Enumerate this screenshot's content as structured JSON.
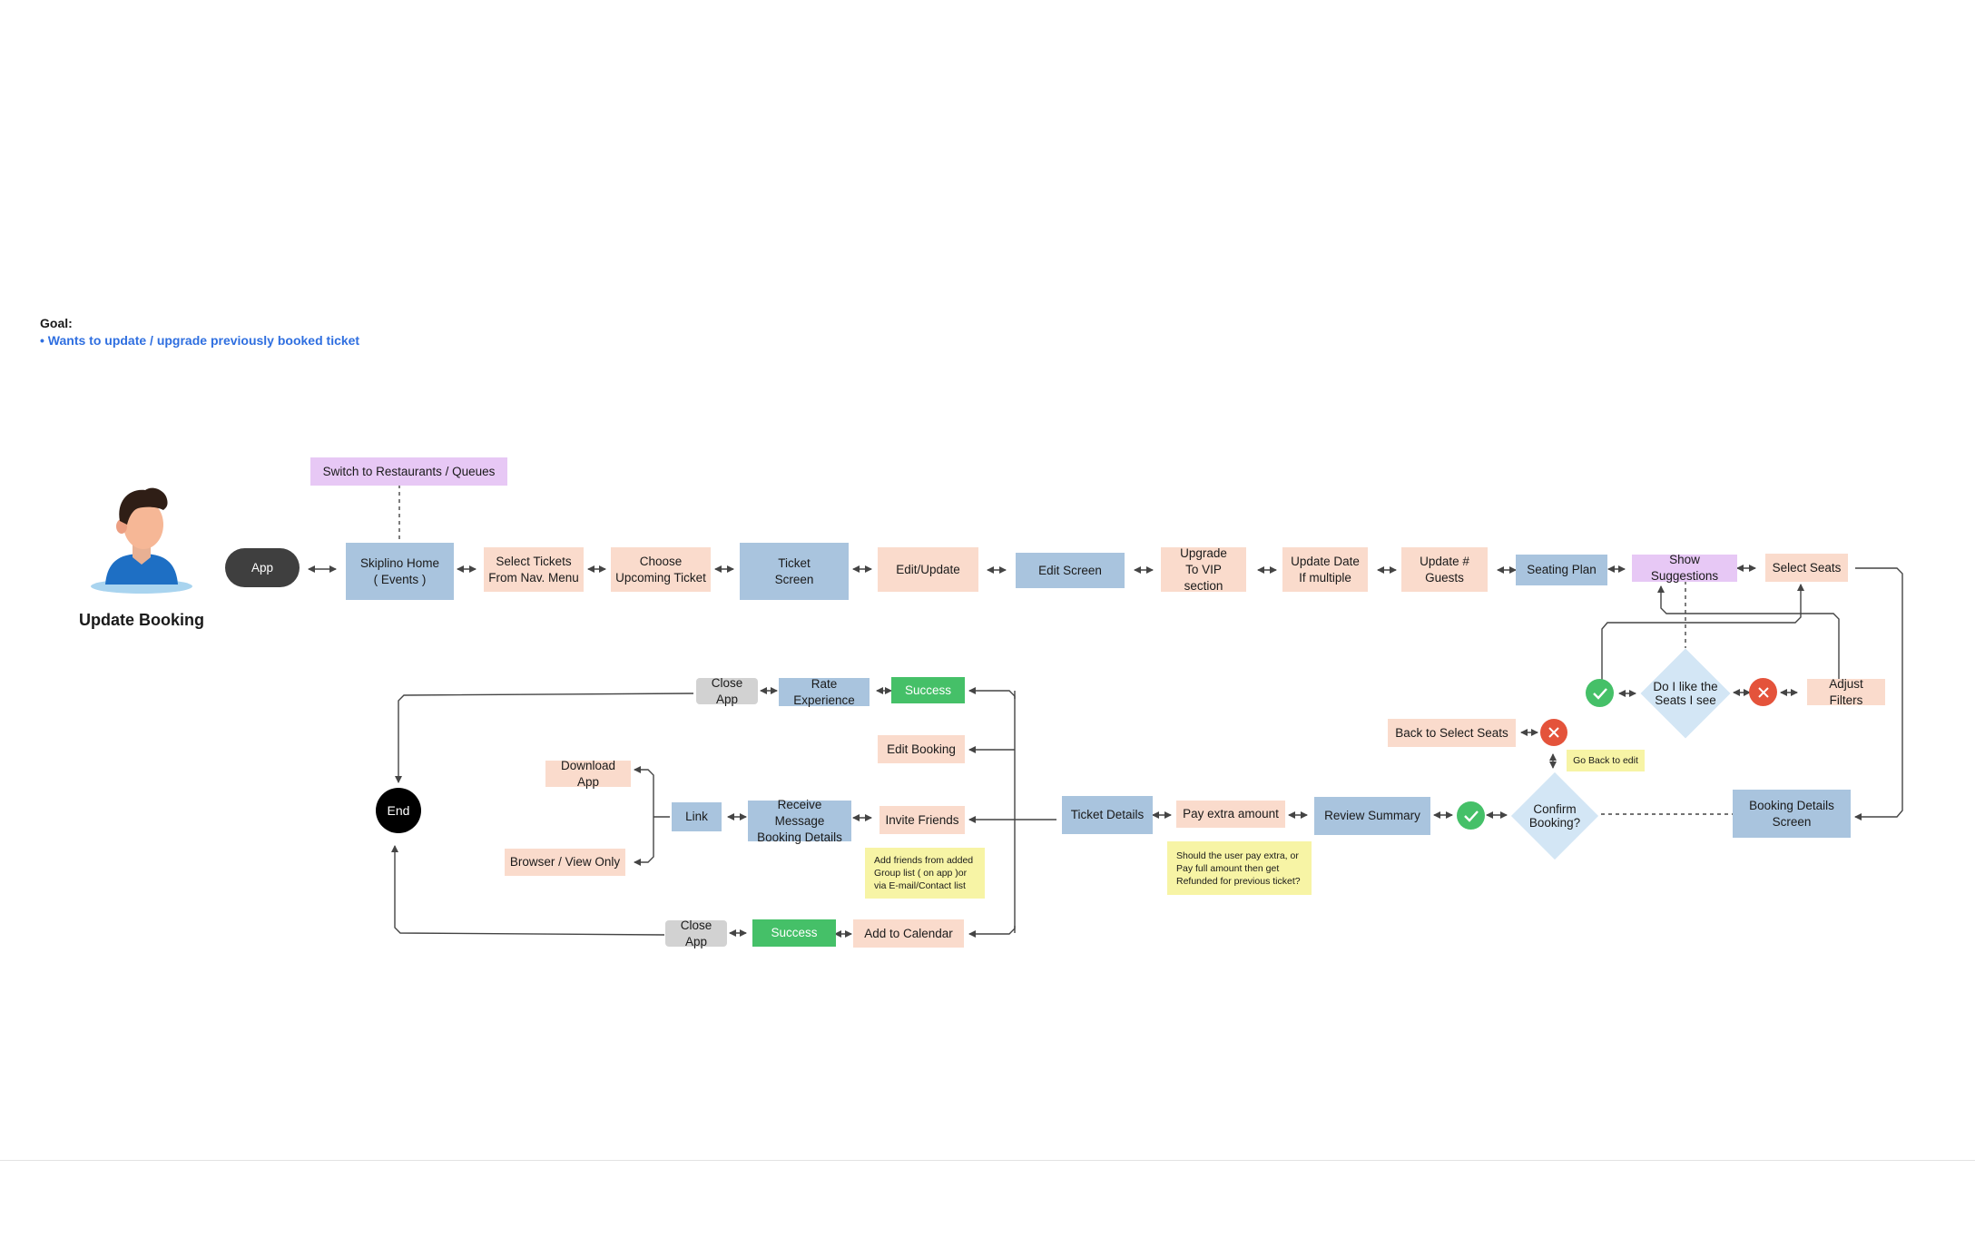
{
  "goal": {
    "title": "Goal:",
    "item": "• Wants to update / upgrade previously booked ticket"
  },
  "actor": {
    "label": "Update Booking",
    "icon": "user-avatar-icon"
  },
  "nodes": {
    "switch_restaurants": "Switch to Restaurants / Queues",
    "app": "App",
    "skiplino_home": "Skiplino Home\n( Events )",
    "select_tickets": "Select Tickets\nFrom Nav. Menu",
    "choose_upcoming": "Choose\nUpcoming Ticket",
    "ticket_screen": "Ticket\nScreen",
    "edit_update": "Edit/Update",
    "edit_screen": "Edit Screen",
    "upgrade_vip": "Upgrade\nTo VIP section",
    "update_date": "Update Date\nIf multiple",
    "update_guests": "Update #\nGuests",
    "seating_plan": "Seating Plan",
    "show_suggestions": "Show Suggestions",
    "select_seats": "Select Seats",
    "do_i_like": "Do I like the\nSeats I see",
    "adjust_filters": "Adjust Filters",
    "back_to_select": "Back to Select Seats",
    "go_back_note": "Go Back to edit",
    "confirm_booking": "Confirm\nBooking?",
    "booking_details_screen": "Booking Details\nScreen",
    "review_summary": "Review Summary",
    "pay_extra": "Pay extra amount",
    "pay_note": "Should the user pay extra, or\nPay full amount then get\nRefunded for previous ticket?",
    "ticket_details": "Ticket Details",
    "success_top": "Success",
    "rate_experience": "Rate Experience",
    "close_app_top": "Close App",
    "edit_booking": "Edit Booking",
    "invite_friends": "Invite Friends",
    "invite_note": "Add friends from added\nGroup list ( on app )or\nvia E-mail/Contact list",
    "receive_message": "Receive Message\nBooking Details",
    "link": "Link",
    "download_app": "Download App",
    "browser_view": "Browser / View Only",
    "add_calendar": "Add to Calendar",
    "success_bottom": "Success",
    "close_app_bottom": "Close App",
    "end": "End"
  },
  "colors": {
    "screen_blue": "#a9c4de",
    "action_peach": "#fadbcc",
    "suggest_lilac": "#e7c8f5",
    "success_green": "#45c068",
    "neutral_grey": "#d2d2d2",
    "note_yellow": "#f7f4a5",
    "decision_blue": "#d3e6f5",
    "reject_red": "#e4533b",
    "goal_blue": "#2f6fe0"
  },
  "icons": {
    "accept": "check-icon",
    "reject": "close-icon"
  }
}
